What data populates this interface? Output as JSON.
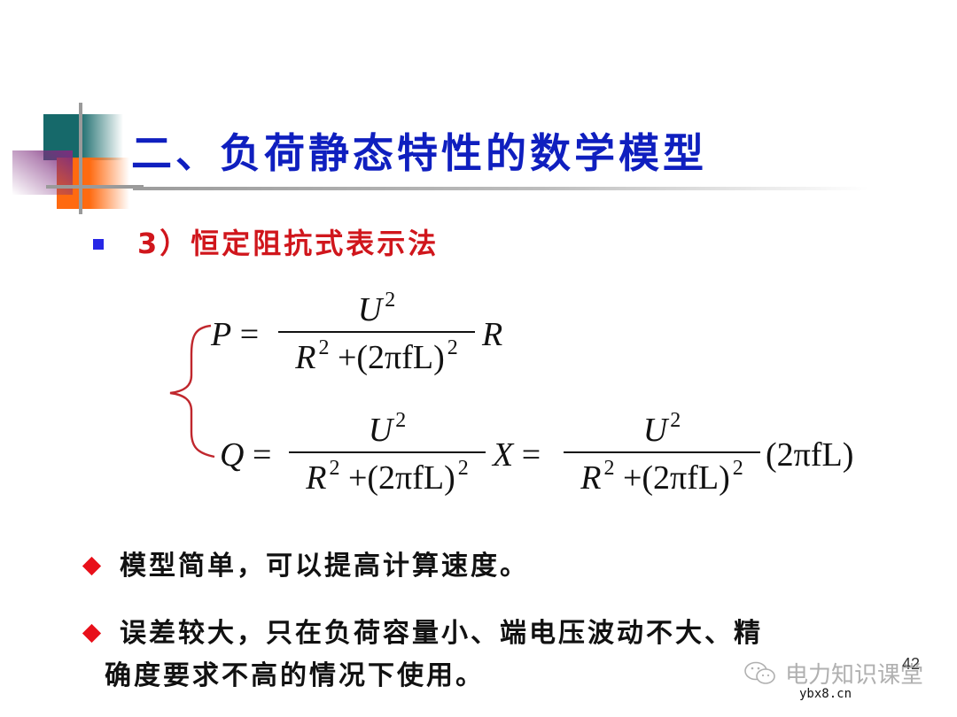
{
  "slide": {
    "title": "二、负荷静态特性的数学模型",
    "subheading": {
      "bullet_icon": "blue-square-bullet",
      "text": "3）恒定阻抗式表示法"
    },
    "equations": {
      "p_equation": {
        "lhs": "P",
        "eq": "=",
        "numerator": "U",
        "numerator_exp": "2",
        "denominator_r": "R",
        "denominator_r_exp": "2",
        "denominator_rest": "+(2πfL)",
        "denominator_rest_exp": "2",
        "factor": "R"
      },
      "q_equation": {
        "lhs": "Q",
        "eq": "=",
        "numerator": "U",
        "numerator_exp": "2",
        "denominator_r": "R",
        "denominator_r_exp": "2",
        "denominator_rest": "+(2πfL)",
        "denominator_rest_exp": "2",
        "factor": "X",
        "eq2": "=",
        "numerator2": "U",
        "numerator2_exp": "2",
        "denominator2_r": "R",
        "denominator2_r_exp": "2",
        "denominator2_rest": "+(2πfL)",
        "denominator2_rest_exp": "2",
        "factor2": "(2πfL)"
      },
      "brace_color": "#c0272d"
    },
    "bullets": [
      {
        "icon": "red-diamond-bullet",
        "text": "模型简单，可以提高计算速度。"
      },
      {
        "icon": "red-diamond-bullet",
        "text": "误差较大，只在负荷容量小、端电压波动不大、精",
        "continuation": "确度要求不高的情况下使用。"
      }
    ],
    "page_number": "42",
    "colors": {
      "title": "#0f1fbf",
      "subheading": "#d0161c",
      "bullet_diamond": "#e8101a",
      "square_bullet": "#2727e6",
      "logo_teal": "#16696a",
      "logo_orange": "#ff6a10",
      "logo_purple": "#7d2d7e"
    }
  },
  "watermark": {
    "icon": "wechat-icon",
    "text": "电力知识课堂",
    "site": "ybx8.cn"
  }
}
